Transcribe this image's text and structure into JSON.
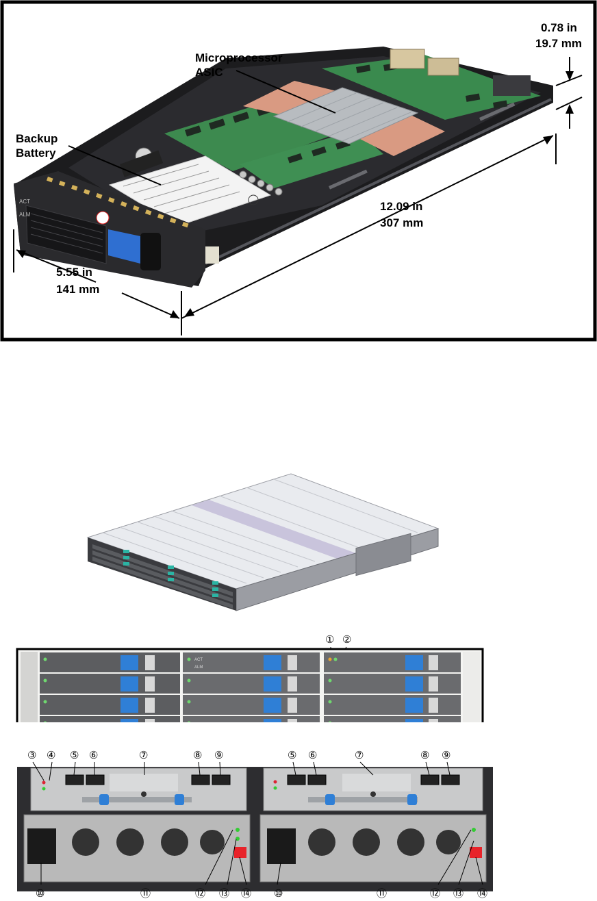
{
  "top_figure": {
    "labels": {
      "height_in": "0.78 in",
      "height_mm": "19.7 mm",
      "processor_line1": "Microprocessor",
      "processor_line2": "ASIC",
      "battery_line1": "Backup",
      "battery_line2": "Battery",
      "length_in": "12.09 in",
      "length_mm": "307 mm",
      "width_in": "5.55 in",
      "width_mm": "141 mm"
    },
    "bay_marks": {
      "act": "ACT",
      "alm": "ALM"
    }
  },
  "front_panel": {
    "callouts": [
      "①",
      "②"
    ],
    "led_labels": [
      "ACT",
      "ALM"
    ]
  },
  "rear_panel": {
    "callouts_left": [
      "③",
      "④",
      "⑤",
      "⑥",
      "⑦",
      "⑧",
      "⑨",
      "⑩",
      "⑪",
      "⑫",
      "⑬",
      "⑭"
    ],
    "callouts_right": [
      "⑤",
      "⑥",
      "⑦",
      "⑧",
      "⑨",
      "⑩",
      "⑪",
      "⑫",
      "⑬",
      "⑭"
    ]
  },
  "colors": {
    "chassis": "#1c1c1e",
    "pcb": "#3d8a4f",
    "copper_pad": "#d99a82",
    "heatsink": "#b8bcc0",
    "blue_latch": "#2f6fd1",
    "enclosure_top": "#e9ebef",
    "enclosure_lilac": "#c9c4dc",
    "power_red": "#e8232a"
  }
}
